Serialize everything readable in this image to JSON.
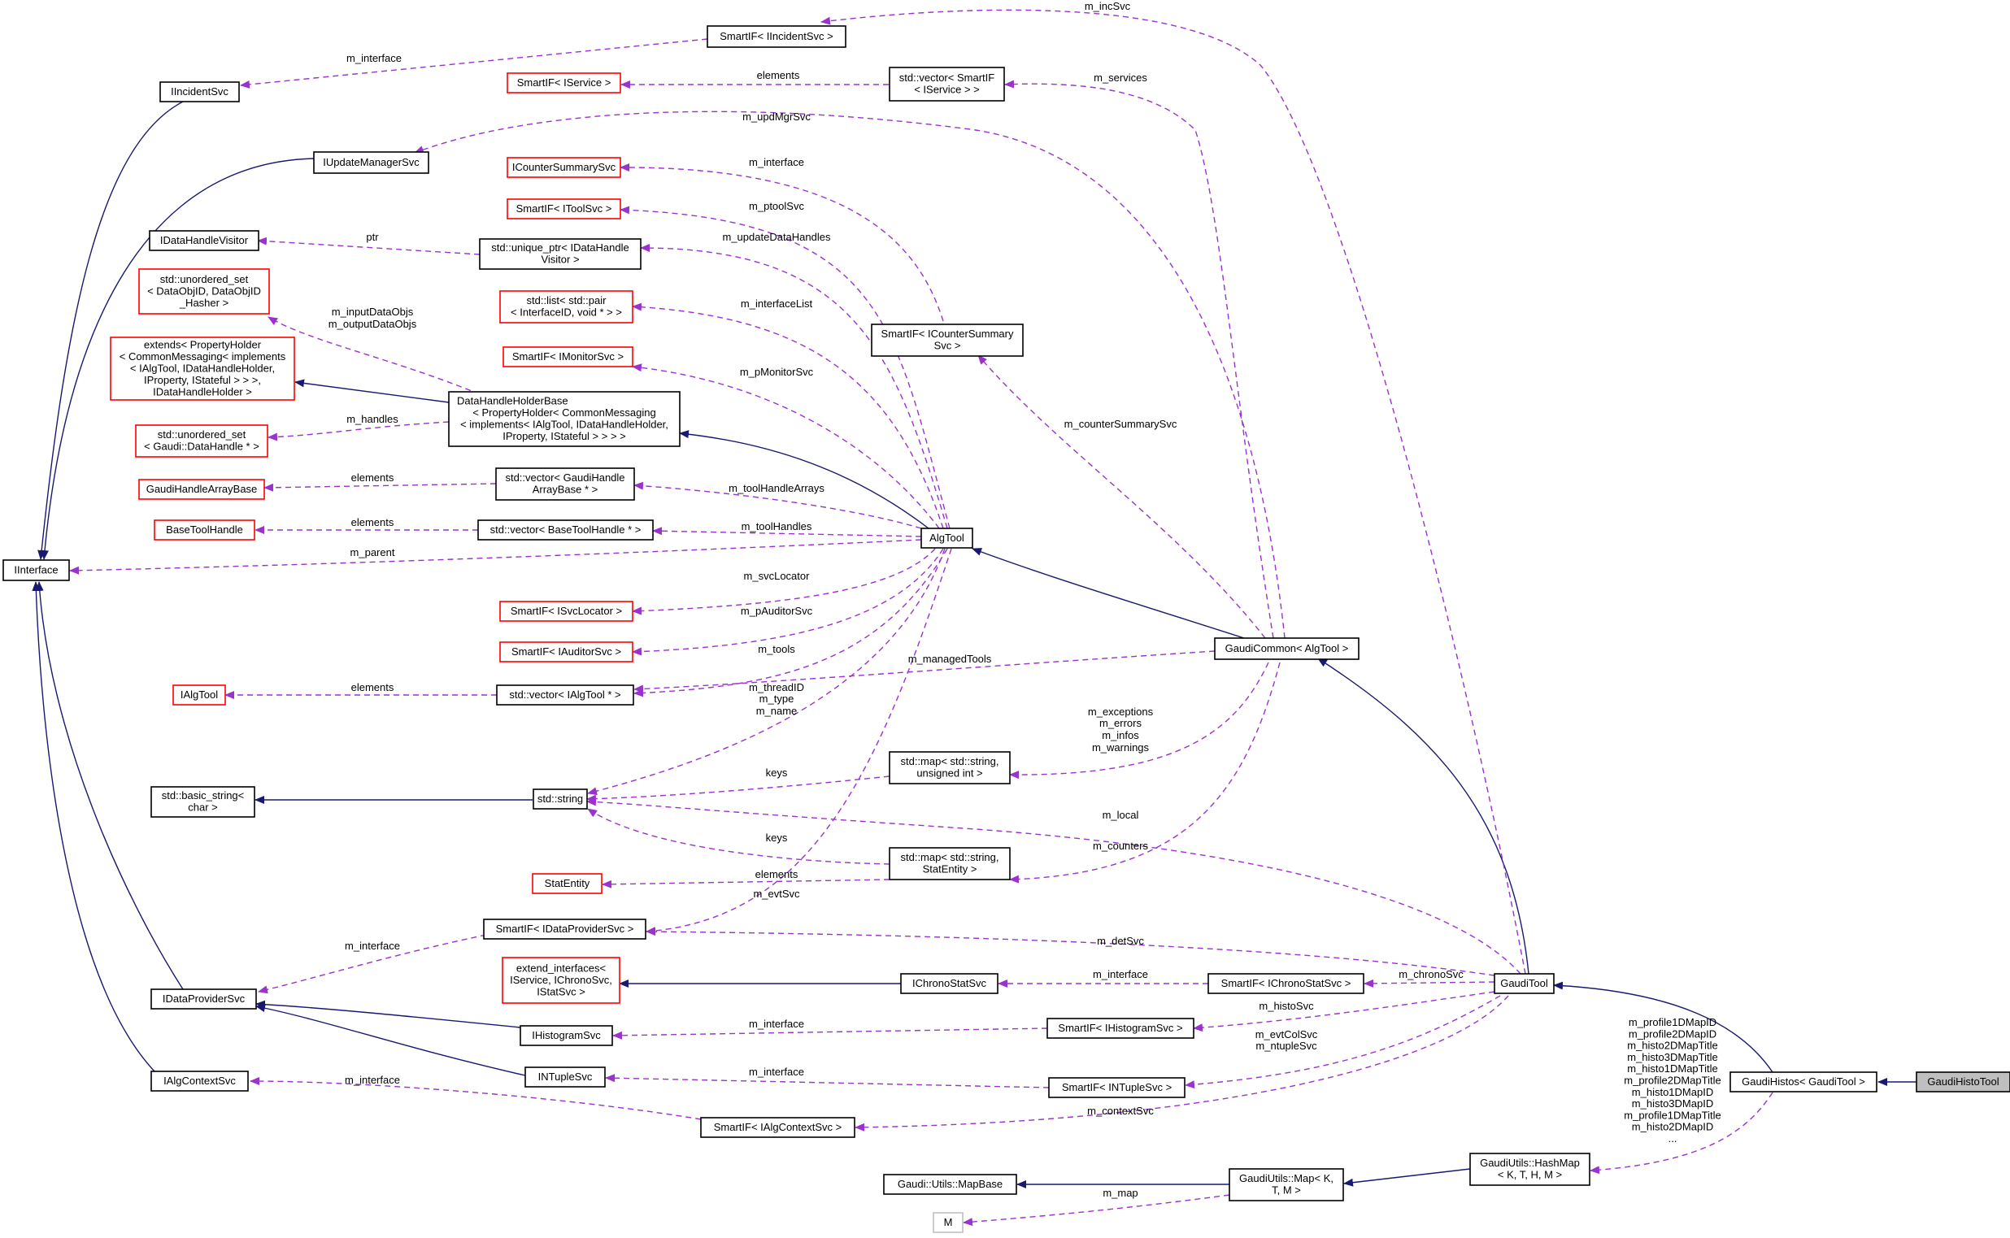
{
  "colors": {
    "inheritance": "#191970",
    "usage": "#9a32cd",
    "red_border": "#ff0000",
    "focus_fill": "#bfbfbf"
  },
  "nodes": [
    {
      "id": "GaudiHistoTool",
      "lines": [
        "GaudiHistoTool"
      ],
      "style": "focus"
    },
    {
      "id": "GaudiHistos",
      "lines": [
        "GaudiHistos< GaudiTool >"
      ],
      "style": "black"
    },
    {
      "id": "GaudiTool",
      "lines": [
        "GaudiTool"
      ],
      "style": "black"
    },
    {
      "id": "GaudiCommon",
      "lines": [
        "GaudiCommon< AlgTool >"
      ],
      "style": "black"
    },
    {
      "id": "AlgTool",
      "lines": [
        "AlgTool"
      ],
      "style": "black"
    },
    {
      "id": "IInterface",
      "lines": [
        "IInterface"
      ],
      "style": "black"
    },
    {
      "id": "IIncidentSvc",
      "lines": [
        "IIncidentSvc"
      ],
      "style": "black"
    },
    {
      "id": "IUpdateManagerSvc",
      "lines": [
        "IUpdateManagerSvc"
      ],
      "style": "black"
    },
    {
      "id": "IDataHandleVisitor",
      "lines": [
        "IDataHandleVisitor"
      ],
      "style": "black"
    },
    {
      "id": "unordered_DataObjID",
      "lines": [
        "std::unordered_set",
        "< DataObjID, DataObjID",
        "_Hasher >"
      ],
      "style": "red"
    },
    {
      "id": "extends_PropertyHolder",
      "lines": [
        "extends< PropertyHolder",
        "< CommonMessaging< implements",
        "< IAlgTool, IDataHandleHolder,",
        "IProperty, IStateful > > >,",
        "IDataHandleHolder >"
      ],
      "style": "red"
    },
    {
      "id": "unordered_DataHandle",
      "lines": [
        "std::unordered_set",
        "< Gaudi::DataHandle * >"
      ],
      "style": "red"
    },
    {
      "id": "GaudiHandleArrayBase",
      "lines": [
        "GaudiHandleArrayBase"
      ],
      "style": "red"
    },
    {
      "id": "BaseToolHandle",
      "lines": [
        "BaseToolHandle"
      ],
      "style": "red"
    },
    {
      "id": "IAlgTool",
      "lines": [
        "IAlgTool"
      ],
      "style": "red"
    },
    {
      "id": "basic_string",
      "lines": [
        "std::basic_string<",
        "char >"
      ],
      "style": "black"
    },
    {
      "id": "IDataProviderSvc",
      "lines": [
        "IDataProviderSvc"
      ],
      "style": "black"
    },
    {
      "id": "IAlgContextSvc",
      "lines": [
        "IAlgContextSvc"
      ],
      "style": "black"
    },
    {
      "id": "SmartIF_IIncidentSvc",
      "lines": [
        "SmartIF< IIncidentSvc >"
      ],
      "style": "black"
    },
    {
      "id": "SmartIF_IService",
      "lines": [
        "SmartIF< IService >"
      ],
      "style": "red"
    },
    {
      "id": "vector_SmartIF_IService",
      "lines": [
        "std::vector< SmartIF",
        "< IService > >"
      ],
      "style": "black"
    },
    {
      "id": "ICounterSummarySvc",
      "lines": [
        "ICounterSummarySvc"
      ],
      "style": "red"
    },
    {
      "id": "SmartIF_IToolSvc",
      "lines": [
        "SmartIF< IToolSvc >"
      ],
      "style": "red"
    },
    {
      "id": "unique_ptr_Visitor",
      "lines": [
        "std::unique_ptr< IDataHandle",
        "Visitor >"
      ],
      "style": "black"
    },
    {
      "id": "list_pair",
      "lines": [
        "std::list< std::pair",
        "< InterfaceID, void * > >"
      ],
      "style": "red"
    },
    {
      "id": "SmartIF_IMonitorSvc",
      "lines": [
        "SmartIF< IMonitorSvc >"
      ],
      "style": "red"
    },
    {
      "id": "SmartIF_ICounterSummarySvc",
      "lines": [
        "SmartIF< ICounterSummary",
        "Svc >"
      ],
      "style": "black"
    },
    {
      "id": "DataHandleHolderBase",
      "lines": [
        "DataHandleHolderBase",
        "< PropertyHolder< CommonMessaging",
        "< implements< IAlgTool, IDataHandleHolder,",
        "IProperty, IStateful > > > >"
      ],
      "style": "black",
      "align": "left"
    },
    {
      "id": "vector_GaudiHandleArrayBase",
      "lines": [
        "std::vector< GaudiHandle",
        "ArrayBase * >"
      ],
      "style": "black"
    },
    {
      "id": "vector_BaseToolHandle",
      "lines": [
        "std::vector< BaseToolHandle * >"
      ],
      "style": "black"
    },
    {
      "id": "SmartIF_ISvcLocator",
      "lines": [
        "SmartIF< ISvcLocator >"
      ],
      "style": "red"
    },
    {
      "id": "SmartIF_IAuditorSvc",
      "lines": [
        "SmartIF< IAuditorSvc >"
      ],
      "style": "red"
    },
    {
      "id": "vector_IAlgTool",
      "lines": [
        "std::vector< IAlgTool * >"
      ],
      "style": "black"
    },
    {
      "id": "std_string",
      "lines": [
        "std::string"
      ],
      "style": "black"
    },
    {
      "id": "map_unsigned",
      "lines": [
        "std::map< std::string,",
        "unsigned int >"
      ],
      "style": "black"
    },
    {
      "id": "map_StatEntity",
      "lines": [
        "std::map< std::string,",
        "StatEntity >"
      ],
      "style": "black"
    },
    {
      "id": "StatEntity",
      "lines": [
        "StatEntity"
      ],
      "style": "red"
    },
    {
      "id": "SmartIF_IDataProviderSvc",
      "lines": [
        "SmartIF< IDataProviderSvc >"
      ],
      "style": "black"
    },
    {
      "id": "extend_interfaces",
      "lines": [
        "extend_interfaces<",
        "IService, IChronoSvc,",
        "IStatSvc >"
      ],
      "style": "red"
    },
    {
      "id": "IChronoStatSvc",
      "lines": [
        "IChronoStatSvc"
      ],
      "style": "black"
    },
    {
      "id": "SmartIF_IChronoStatSvc",
      "lines": [
        "SmartIF< IChronoStatSvc >"
      ],
      "style": "black"
    },
    {
      "id": "IHistogramSvc",
      "lines": [
        "IHistogramSvc"
      ],
      "style": "black"
    },
    {
      "id": "SmartIF_IHistogramSvc",
      "lines": [
        "SmartIF< IHistogramSvc >"
      ],
      "style": "black"
    },
    {
      "id": "INTupleSvc",
      "lines": [
        "INTupleSvc"
      ],
      "style": "black"
    },
    {
      "id": "SmartIF_INTupleSvc",
      "lines": [
        "SmartIF< INTupleSvc >"
      ],
      "style": "black"
    },
    {
      "id": "SmartIF_IAlgContextSvc",
      "lines": [
        "SmartIF< IAlgContextSvc >"
      ],
      "style": "black"
    },
    {
      "id": "MapBase",
      "lines": [
        "Gaudi::Utils::MapBase"
      ],
      "style": "black"
    },
    {
      "id": "Map_KTM",
      "lines": [
        "GaudiUtils::Map< K,",
        "T, M >"
      ],
      "style": "black"
    },
    {
      "id": "HashMap",
      "lines": [
        "GaudiUtils::HashMap",
        "< K, T, H, M >"
      ],
      "style": "black"
    },
    {
      "id": "M",
      "lines": [
        "M"
      ],
      "style": "gray"
    }
  ],
  "edge_labels": {
    "m_incSvc": "m_incSvc",
    "m_interface_incident": "m_interface",
    "elements_service": "elements",
    "m_services": "m_services",
    "m_updMgrSvc": "m_updMgrSvc",
    "m_interface_counter": "m_interface",
    "m_ptoolSvc": "m_ptoolSvc",
    "ptr": "ptr",
    "m_updateDataHandles": "m_updateDataHandles",
    "m_inputDataObjs": "m_inputDataObjs",
    "m_outputDataObjs": "m_outputDataObjs",
    "m_interfaceList": "m_interfaceList",
    "m_pMonitorSvc": "m_pMonitorSvc",
    "m_handles": "m_handles",
    "m_counterSummarySvc": "m_counterSummarySvc",
    "elements_handlearray": "elements",
    "m_toolHandleArrays": "m_toolHandleArrays",
    "elements_toolhandle": "elements",
    "m_toolHandles": "m_toolHandles",
    "m_parent": "m_parent",
    "m_svcLocator": "m_svcLocator",
    "m_pAuditorSvc": "m_pAuditorSvc",
    "m_tools": "m_tools",
    "m_managedTools": "m_managedTools",
    "elements_ialgtool": "elements",
    "m_threadID": "m_threadID",
    "m_type": "m_type",
    "m_name": "m_name",
    "m_exceptions": "m_exceptions",
    "m_errors": "m_errors",
    "m_infos": "m_infos",
    "m_warnings": "m_warnings",
    "keys_unsigned": "keys",
    "m_local": "m_local",
    "keys_stat": "keys",
    "m_counters": "m_counters",
    "elements_stat": "elements",
    "m_evtSvc": "m_evtSvc",
    "m_interface_dataprovider": "m_interface",
    "m_detSvc": "m_detSvc",
    "m_interface_chrono": "m_interface",
    "m_chronoSvc": "m_chronoSvc",
    "m_histoSvc": "m_histoSvc",
    "m_interface_histo": "m_interface",
    "m_evtColSvc": "m_evtColSvc",
    "m_ntupleSvc": "m_ntupleSvc",
    "m_interface_ntuple": "m_interface",
    "m_interface_context": "m_interface",
    "m_contextSvc": "m_contextSvc",
    "m_map": "m_map",
    "hashmap_members": [
      "m_profile1DMapID",
      "m_profile2DMapID",
      "m_histo2DMapTitle",
      "m_histo3DMapTitle",
      "m_histo1DMapTitle",
      "m_profile2DMapTitle",
      "m_histo1DMapID",
      "m_histo3DMapID",
      "m_profile1DMapTitle",
      "m_histo2DMapID",
      "..."
    ]
  }
}
